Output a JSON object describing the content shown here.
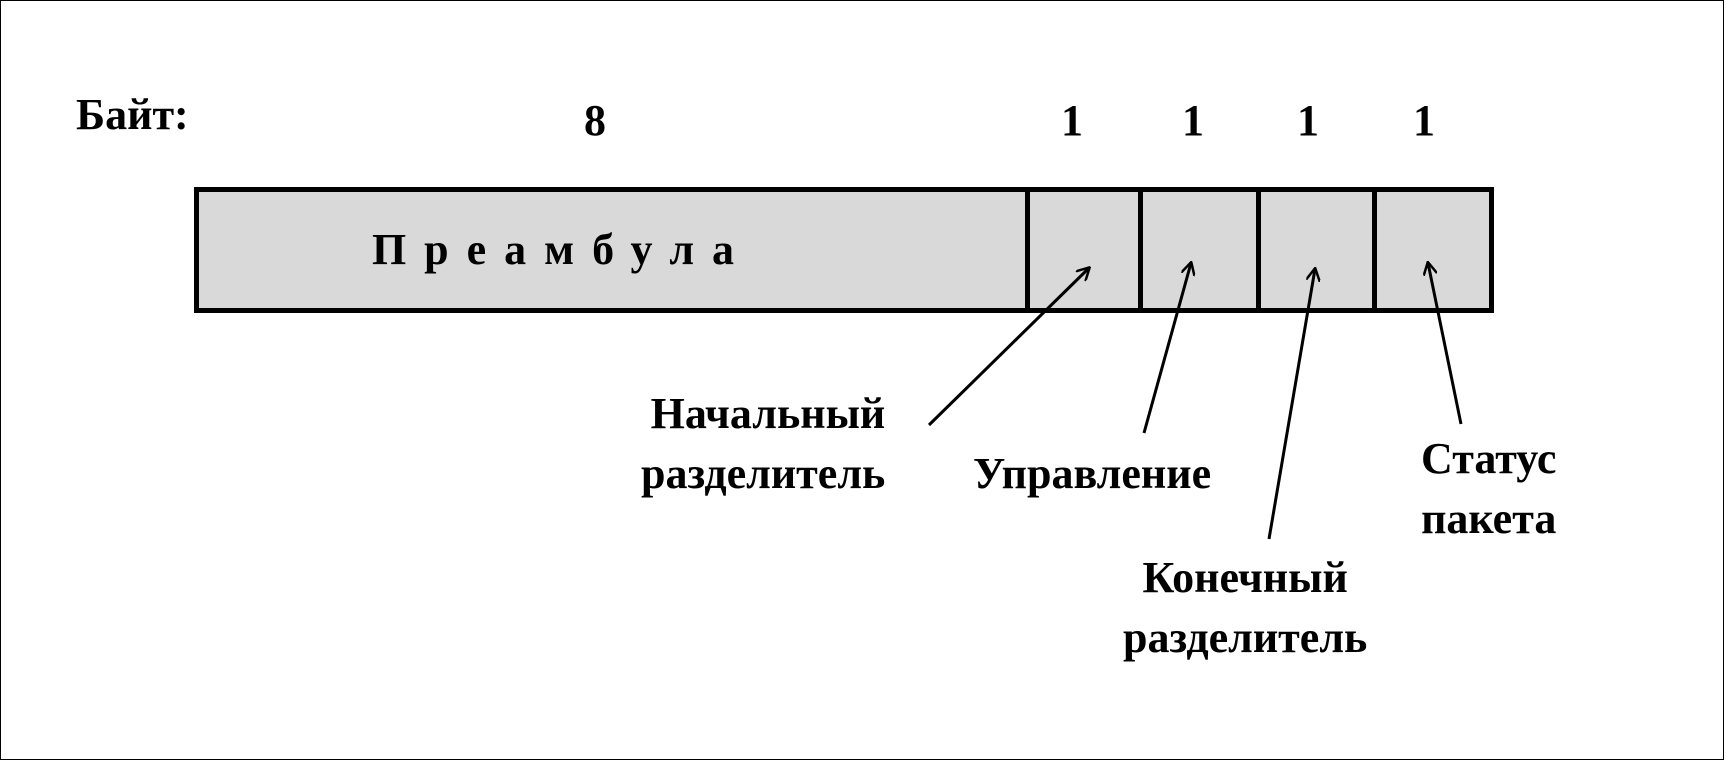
{
  "header": {
    "bytes_label": "Байт:"
  },
  "fields": [
    {
      "name": "Преамбула",
      "size": "8"
    },
    {
      "name": "Начальный разделитель",
      "size": "1"
    },
    {
      "name": "Управление",
      "size": "1"
    },
    {
      "name": "Конечный разделитель",
      "size": "1"
    },
    {
      "name": "Статус пакета",
      "size": "1"
    }
  ],
  "callouts": {
    "start_delimiter": [
      "Начальный",
      "разделитель"
    ],
    "control": "Управление",
    "end_delimiter": [
      "Конечный",
      "разделитель"
    ],
    "frame_status": [
      "Статус",
      "пакета"
    ]
  },
  "colors": {
    "cell_fill": "#d9d9d9",
    "stroke": "#000000"
  }
}
